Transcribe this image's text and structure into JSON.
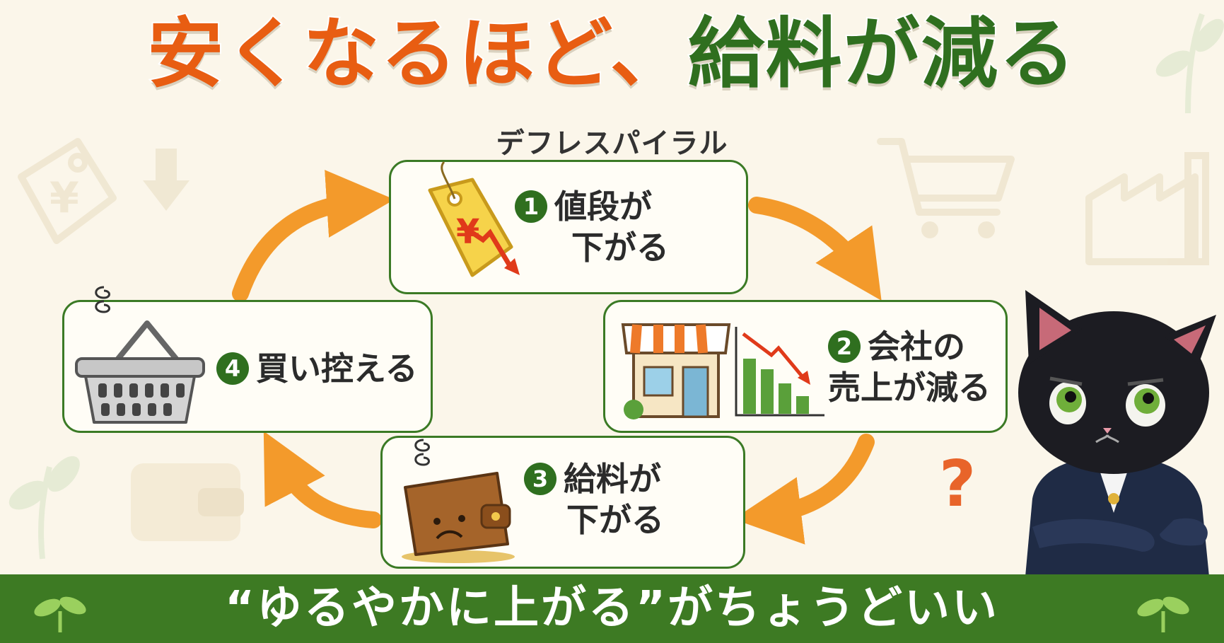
{
  "title": {
    "part1": "安くなるほど、",
    "part2": "給料が減る"
  },
  "subtitle": "デフレスパイラル",
  "steps": [
    {
      "number": "1",
      "line1": "値段が",
      "line2": "下がる"
    },
    {
      "number": "2",
      "line1": "会社の",
      "line2": "売上が減る"
    },
    {
      "number": "3",
      "line1": "給料が",
      "line2": "下がる"
    },
    {
      "number": "4",
      "line1": "買い控える",
      "line2": ""
    }
  ],
  "question_mark": "?",
  "banner": {
    "text": "“ゆるやかに上がる”がちょうどいい"
  },
  "colors": {
    "orange": "#e85d12",
    "green": "#2f6f1f",
    "arrow": "#f39a2b",
    "background": "#fbf6ea"
  },
  "icons": [
    "price-tag-icon",
    "store-icon",
    "bar-chart-down-icon",
    "wallet-icon",
    "shopping-basket-icon",
    "shopping-cart-icon",
    "factory-icon",
    "leaf-icon",
    "black-cat-character"
  ]
}
